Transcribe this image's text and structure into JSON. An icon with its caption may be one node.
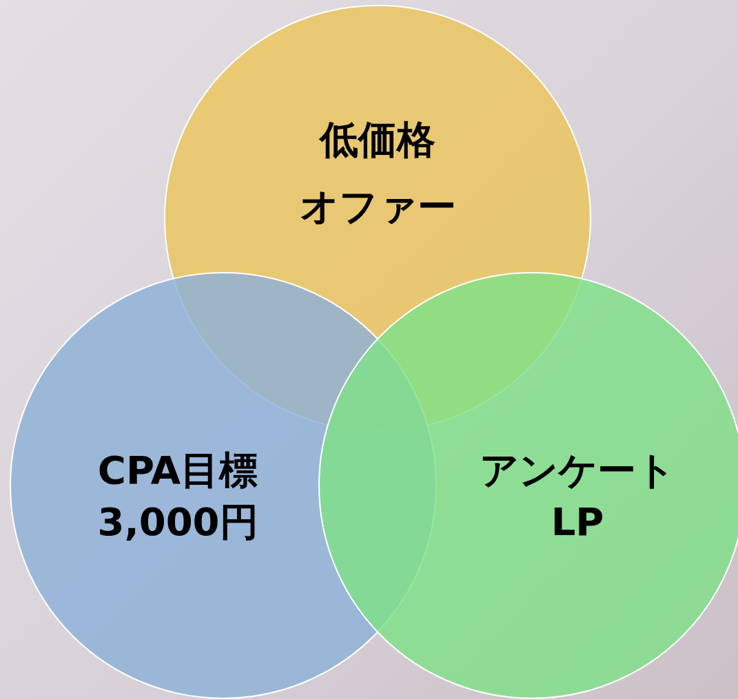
{
  "diagram": {
    "nodes": [
      {
        "text": [
          "低価格",
          "オファー"
        ]
      },
      {
        "text": [
          "CPA目標",
          "3,000円"
        ]
      },
      {
        "text": [
          "アンケート",
          "LP"
        ]
      }
    ]
  }
}
